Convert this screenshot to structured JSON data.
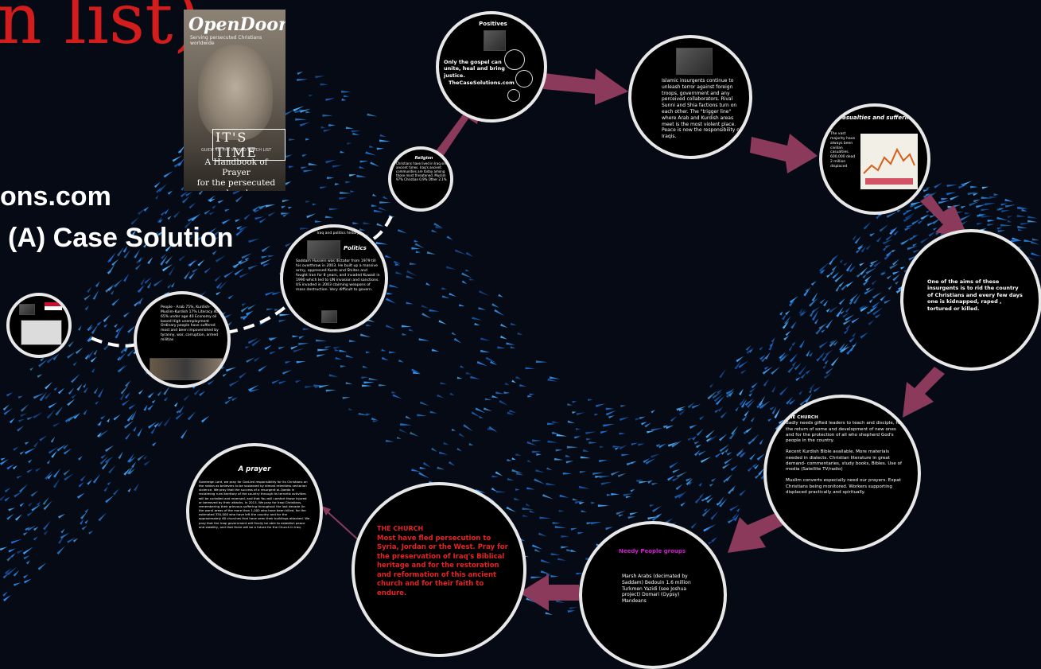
{
  "header": {
    "big_title": "n list)",
    "site_line": "ons.com",
    "case_line": "(A) Case Solution"
  },
  "book": {
    "brand": "OpenDoors",
    "tag": "Serving persecuted Christians worldwide",
    "its_time": "IT'S TIME",
    "small": "GUIDE TO THE WORLD WATCH LIST",
    "handbook_line1": "A Handbook of Prayer",
    "handbook_line2": "for the persecuted church"
  },
  "circles": {
    "positives": {
      "title": "Positives",
      "body": "Only the gospel can unite, heal and bring justice.",
      "link": "TheCaseSolutions.com"
    },
    "insurgents": {
      "body": "Islamic insurgents continue to unleash terror against foreign troops, government and any perceived collaborators. Rival Sunni and Shia factions turn on each other. The \"trigger line\" where Arab and Kurdish areas meet is the most violent place. Peace is now the responsibility of Iraqis."
    },
    "casualties": {
      "title": "Casualties and suffering",
      "body": "The vast majority have always been civilian casualties. 600,000 dead 2 million displaced"
    },
    "aims": {
      "body": "One of the aims of these insurgents is to rid the country of Christians and every few days one is kidnapped, raped , tortured or killed."
    },
    "church_needs": {
      "title": "THE CHURCH",
      "body1": "Badly needs gifted leaders to teach and disciple, for the return of some and development of new ones and for the protection of all who shepherd God's people in the country.",
      "body2": "Recent Kurdish Bible available. More materials needed in dialects. Christian literature in great demand- commentaries, study books, Bibles. Use of media (Satellite TV/radio)",
      "body3": "Muslim converts especially need our prayers. Expat Christians being monitored. Workers supporting displaced practically and spiritually."
    },
    "needy": {
      "title": "Needy People groups",
      "body": "Marsh Arabs (decimated by Saddam) Bedouin 1.6 million Turkmen Yazidi (see Joshua project) Domari (Gypsy) Mandeans"
    },
    "church_fled": {
      "title": "THE CHURCH",
      "body": "Most have fled persecution to Syria, Jordan or the West. Pray for the preservation of Iraq's Biblical heritage and for the restoration and reformation of this ancient church and for their faith to endure."
    },
    "prayer": {
      "title": "A prayer",
      "body": "Sovereign Lord, we pray for God-led responsibility for its Christians on the nation as believers to be sustained by almost relentless sectarian violence. We pray that the success of a resurgent al-Qaeda in reclaiming rural territory of the country through its terrorist activities will be curtailed and reversed, and that You will comfort those injured or bereaved by their attacks. In 2013, We pray for Iraqi Christians, remembering their grievous suffering throughout the last decade (in the worst areas of the more than 1,000 who have been killed, for the estimated 350,000 who have left the country and for the approximately 60 churches that have seen their buildings attacked. We pray that the Iraqi government will finally be able to establish peace and stability, and that there will be a future for the Church in Iraq."
    },
    "religion": {
      "title": "Religion",
      "body": "Christians have lived in Iraq since ancient times. Iraq's ancient communities are today among those most threatened. Muslim 97% Christian 0.9% Other 2.1%"
    },
    "politics": {
      "title": "Politics",
      "banner": "Iraq and politics history",
      "body": "Saddam Hussein was dictator from 1979 till his overthrow in 2003. He built up a massive army, oppressed Kurds and Shiites and fought Iran for 8 years, and invaded Kuwait in 1990 which led to UN invasion and sanctions. US invaded in 2003 claiming weapons of mass destruction. Very difficult to govern."
    },
    "people": {
      "body": "People - Arab 75%, Kurdish-Muslim-Kurdish 17% Literacy 40% 65% under age 40 Economy oil based High unemployment Ordinary people have suffered most and been impoverished by tyranny, war, corruption, armed militias"
    }
  },
  "colors": {
    "background": "#050a14",
    "arrow": "#8c3a5c",
    "title_red": "#d41c1c",
    "circle_border": "#e8e8e8",
    "magenta_title": "#d21cd2"
  }
}
